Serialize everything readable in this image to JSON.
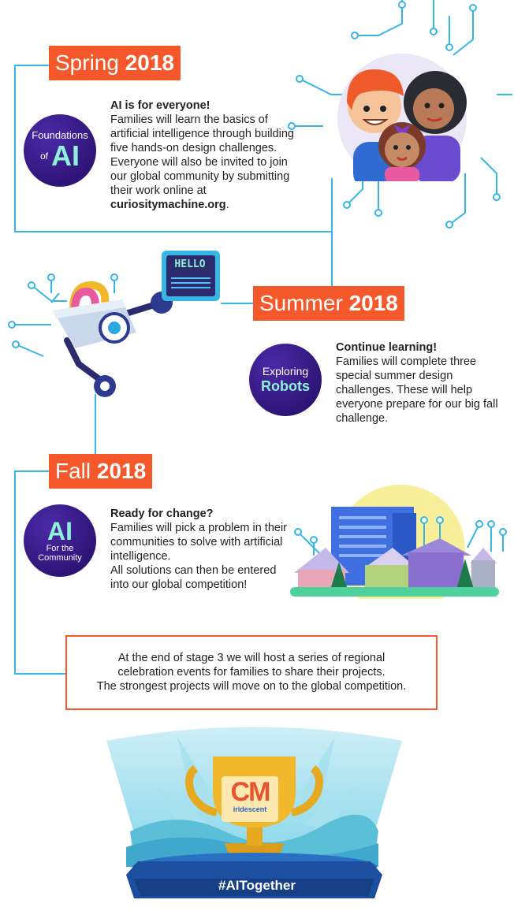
{
  "spring": {
    "season": "Spring",
    "year": "2018",
    "badge_top": "Foundations",
    "badge_of": "of",
    "badge_big": "AI",
    "heading": "AI is for everyone!",
    "body": "Families will learn the basics of artificial intelligence through building five hands-on design challenges. Everyone will also be invited to join our global community by submitting their work online at",
    "link": "curiositymachine.org",
    "link_suffix": "."
  },
  "summer": {
    "season": "Summer",
    "year": "2018",
    "badge_top": "Exploring",
    "badge_big": "Robots",
    "heading": "Continue learning!",
    "body": "Families will complete three special summer design challenges. These will help everyone prepare for our big fall challenge."
  },
  "fall": {
    "season": "Fall",
    "year": "2018",
    "badge_big": "AI",
    "badge_sub1": "For the",
    "badge_sub2": "Community",
    "heading": "Ready for change?",
    "body1": "Families will pick a problem in their communities to solve with artificial intelligence.",
    "body2": "All solutions can then be entered into our global competition!"
  },
  "robot_screen": "HELLO",
  "note": {
    "line1": "At the end of stage 3 we will host a series of regional",
    "line2": "celebration events for families to share their projects.",
    "line3": "The strongest projects will move on to the global competition."
  },
  "trophy": {
    "logo": "CM",
    "logo_sub": "iridescent",
    "hashtag": "#AITogether"
  },
  "colors": {
    "accent": "#f4582b",
    "line": "#35b6e6",
    "badge": "#2f1578",
    "badge_text": "#8ef0d6",
    "trophy": "#f0b82a",
    "pedestal": "#1d4fa0"
  }
}
